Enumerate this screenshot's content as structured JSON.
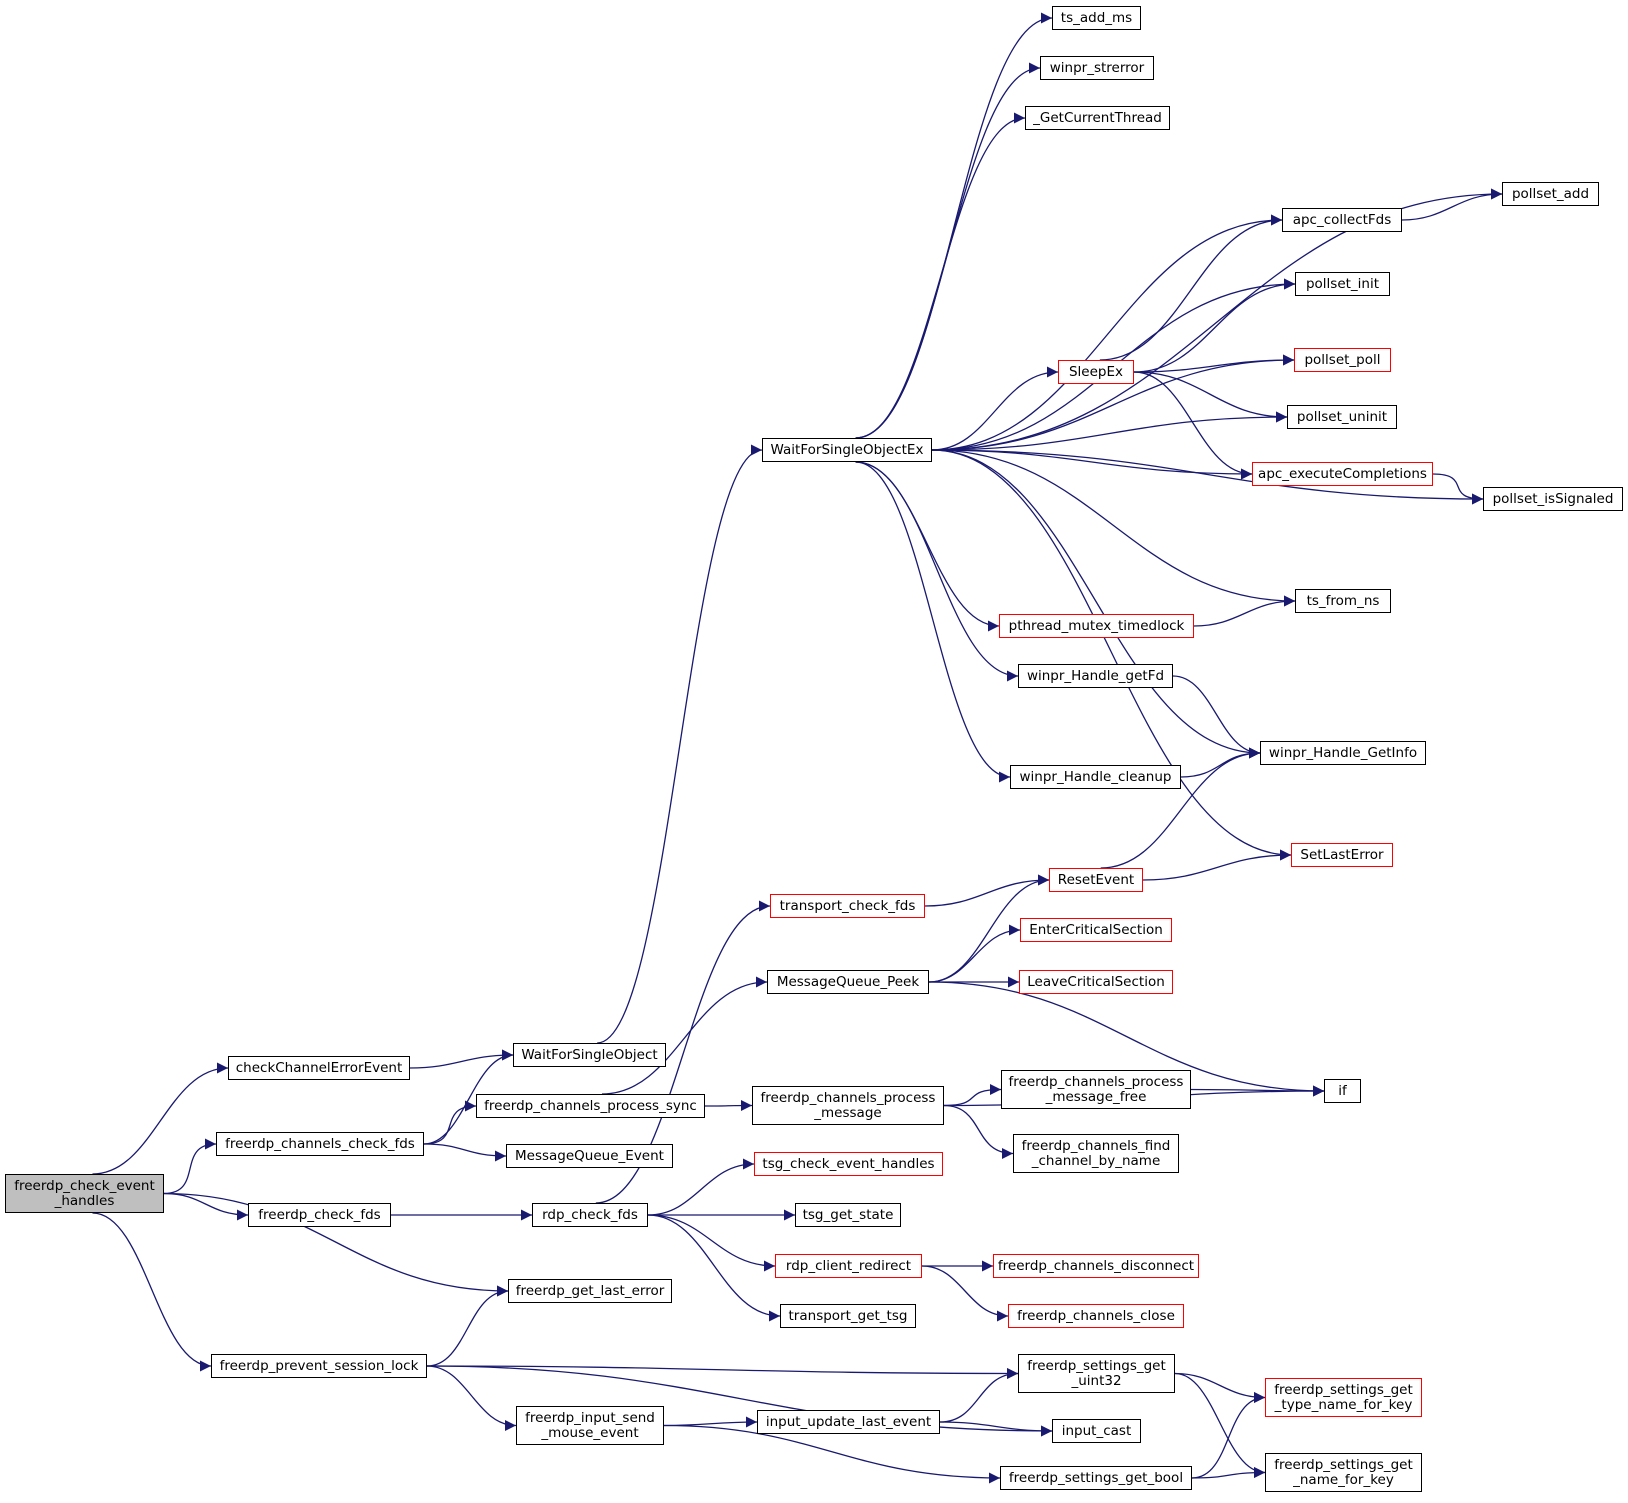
{
  "graph": {
    "edge_color": "#191970",
    "node_border": "#000000",
    "incomplete_node_border": "#ff0000",
    "root_fill": "#bfbfbf",
    "nodes": [
      {
        "id": "root",
        "label": "freerdp_check_event",
        "label2": "_handles"
      },
      {
        "id": "checkChannelErrorEvent",
        "label": "checkChannelErrorEvent"
      },
      {
        "id": "freerdp_channels_check_fds",
        "label": "freerdp_channels_check_fds"
      },
      {
        "id": "freerdp_check_fds",
        "label": "freerdp_check_fds"
      },
      {
        "id": "freerdp_prevent_session_lock",
        "label": "freerdp_prevent_session_lock"
      },
      {
        "id": "WaitForSingleObject",
        "label": "WaitForSingleObject"
      },
      {
        "id": "freerdp_channels_process_sync",
        "label": "freerdp_channels_process_sync"
      },
      {
        "id": "MessageQueue_Event",
        "label": "MessageQueue_Event"
      },
      {
        "id": "rdp_check_fds",
        "label": "rdp_check_fds"
      },
      {
        "id": "freerdp_get_last_error",
        "label": "freerdp_get_last_error"
      },
      {
        "id": "freerdp_input_send_mouse_event",
        "label": "freerdp_input_send",
        "label2": "_mouse_event"
      },
      {
        "id": "WaitForSingleObjectEx",
        "label": "WaitForSingleObjectEx"
      },
      {
        "id": "transport_check_fds",
        "label": "transport_check_fds",
        "incomplete": true
      },
      {
        "id": "MessageQueue_Peek",
        "label": "MessageQueue_Peek"
      },
      {
        "id": "freerdp_channels_process_message",
        "label": "freerdp_channels_process",
        "label2": "_message"
      },
      {
        "id": "tsg_check_event_handles",
        "label": "tsg_check_event_handles",
        "incomplete": true
      },
      {
        "id": "tsg_get_state",
        "label": "tsg_get_state"
      },
      {
        "id": "rdp_client_redirect",
        "label": "rdp_client_redirect",
        "incomplete": true
      },
      {
        "id": "transport_get_tsg",
        "label": "transport_get_tsg"
      },
      {
        "id": "input_update_last_event",
        "label": "input_update_last_event"
      },
      {
        "id": "ts_add_ms",
        "label": "ts_add_ms"
      },
      {
        "id": "winpr_strerror",
        "label": "winpr_strerror"
      },
      {
        "id": "_GetCurrentThread",
        "label": "_GetCurrentThread"
      },
      {
        "id": "SleepEx",
        "label": "SleepEx",
        "incomplete": true
      },
      {
        "id": "pthread_mutex_timedlock",
        "label": "pthread_mutex_timedlock",
        "incomplete": true
      },
      {
        "id": "winpr_Handle_getFd",
        "label": "winpr_Handle_getFd"
      },
      {
        "id": "winpr_Handle_cleanup",
        "label": "winpr_Handle_cleanup"
      },
      {
        "id": "ResetEvent",
        "label": "ResetEvent",
        "incomplete": true
      },
      {
        "id": "EnterCriticalSection",
        "label": "EnterCriticalSection",
        "incomplete": true
      },
      {
        "id": "LeaveCriticalSection",
        "label": "LeaveCriticalSection",
        "incomplete": true
      },
      {
        "id": "freerdp_channels_process_message_free",
        "label": "freerdp_channels_process",
        "label2": "_message_free"
      },
      {
        "id": "freerdp_channels_find_channel_by_name",
        "label": "freerdp_channels_find",
        "label2": "_channel_by_name"
      },
      {
        "id": "freerdp_channels_disconnect",
        "label": "freerdp_channels_disconnect",
        "incomplete": true
      },
      {
        "id": "freerdp_channels_close",
        "label": "freerdp_channels_close",
        "incomplete": true
      },
      {
        "id": "freerdp_settings_get_uint32",
        "label": "freerdp_settings_get",
        "label2": "_uint32"
      },
      {
        "id": "input_cast",
        "label": "input_cast"
      },
      {
        "id": "freerdp_settings_get_bool",
        "label": "freerdp_settings_get_bool"
      },
      {
        "id": "apc_collectFds",
        "label": "apc_collectFds"
      },
      {
        "id": "pollset_init",
        "label": "pollset_init"
      },
      {
        "id": "pollset_poll",
        "label": "pollset_poll",
        "incomplete": true
      },
      {
        "id": "pollset_uninit",
        "label": "pollset_uninit"
      },
      {
        "id": "apc_executeCompletions",
        "label": "apc_executeCompletions",
        "incomplete": true
      },
      {
        "id": "ts_from_ns",
        "label": "ts_from_ns"
      },
      {
        "id": "winpr_Handle_GetInfo",
        "label": "winpr_Handle_GetInfo"
      },
      {
        "id": "SetLastError",
        "label": "SetLastError",
        "incomplete": true
      },
      {
        "id": "if",
        "label": "if"
      },
      {
        "id": "freerdp_settings_get_type_name_for_key",
        "label": "freerdp_settings_get",
        "label2": "_type_name_for_key",
        "incomplete": true
      },
      {
        "id": "freerdp_settings_get_name_for_key",
        "label": "freerdp_settings_get",
        "label2": "_name_for_key"
      },
      {
        "id": "pollset_add",
        "label": "pollset_add"
      },
      {
        "id": "pollset_isSignaled",
        "label": "pollset_isSignaled"
      }
    ],
    "edges": [
      [
        "root",
        "checkChannelErrorEvent"
      ],
      [
        "root",
        "freerdp_channels_check_fds"
      ],
      [
        "root",
        "freerdp_check_fds"
      ],
      [
        "root",
        "freerdp_get_last_error"
      ],
      [
        "root",
        "freerdp_prevent_session_lock"
      ],
      [
        "checkChannelErrorEvent",
        "WaitForSingleObject"
      ],
      [
        "freerdp_channels_check_fds",
        "WaitForSingleObject"
      ],
      [
        "freerdp_channels_check_fds",
        "freerdp_channels_process_sync"
      ],
      [
        "freerdp_channels_check_fds",
        "MessageQueue_Event"
      ],
      [
        "freerdp_check_fds",
        "rdp_check_fds"
      ],
      [
        "freerdp_prevent_session_lock",
        "freerdp_get_last_error"
      ],
      [
        "freerdp_prevent_session_lock",
        "freerdp_settings_get_uint32"
      ],
      [
        "freerdp_prevent_session_lock",
        "freerdp_input_send_mouse_event"
      ],
      [
        "freerdp_prevent_session_lock",
        "input_cast"
      ],
      [
        "WaitForSingleObject",
        "WaitForSingleObjectEx"
      ],
      [
        "freerdp_channels_process_sync",
        "MessageQueue_Peek"
      ],
      [
        "freerdp_channels_process_sync",
        "freerdp_channels_process_message"
      ],
      [
        "rdp_check_fds",
        "transport_check_fds"
      ],
      [
        "rdp_check_fds",
        "tsg_check_event_handles"
      ],
      [
        "rdp_check_fds",
        "tsg_get_state"
      ],
      [
        "rdp_check_fds",
        "rdp_client_redirect"
      ],
      [
        "rdp_check_fds",
        "transport_get_tsg"
      ],
      [
        "freerdp_input_send_mouse_event",
        "input_update_last_event"
      ],
      [
        "freerdp_input_send_mouse_event",
        "freerdp_settings_get_bool"
      ],
      [
        "WaitForSingleObjectEx",
        "ts_add_ms"
      ],
      [
        "WaitForSingleObjectEx",
        "winpr_strerror"
      ],
      [
        "WaitForSingleObjectEx",
        "_GetCurrentThread"
      ],
      [
        "WaitForSingleObjectEx",
        "pollset_add"
      ],
      [
        "WaitForSingleObjectEx",
        "apc_collectFds"
      ],
      [
        "WaitForSingleObjectEx",
        "pollset_init"
      ],
      [
        "WaitForSingleObjectEx",
        "pollset_poll"
      ],
      [
        "WaitForSingleObjectEx",
        "SleepEx"
      ],
      [
        "WaitForSingleObjectEx",
        "pollset_uninit"
      ],
      [
        "WaitForSingleObjectEx",
        "apc_executeCompletions"
      ],
      [
        "WaitForSingleObjectEx",
        "pollset_isSignaled"
      ],
      [
        "WaitForSingleObjectEx",
        "ts_from_ns"
      ],
      [
        "WaitForSingleObjectEx",
        "pthread_mutex_timedlock"
      ],
      [
        "WaitForSingleObjectEx",
        "winpr_Handle_getFd"
      ],
      [
        "WaitForSingleObjectEx",
        "winpr_Handle_GetInfo"
      ],
      [
        "WaitForSingleObjectEx",
        "winpr_Handle_cleanup"
      ],
      [
        "WaitForSingleObjectEx",
        "SetLastError"
      ],
      [
        "SleepEx",
        "apc_collectFds"
      ],
      [
        "SleepEx",
        "pollset_init"
      ],
      [
        "SleepEx",
        "pollset_poll"
      ],
      [
        "SleepEx",
        "pollset_uninit"
      ],
      [
        "SleepEx",
        "apc_executeCompletions"
      ],
      [
        "apc_collectFds",
        "pollset_add"
      ],
      [
        "apc_executeCompletions",
        "pollset_isSignaled"
      ],
      [
        "pthread_mutex_timedlock",
        "ts_from_ns"
      ],
      [
        "winpr_Handle_getFd",
        "winpr_Handle_GetInfo"
      ],
      [
        "winpr_Handle_cleanup",
        "winpr_Handle_GetInfo"
      ],
      [
        "ResetEvent",
        "winpr_Handle_GetInfo"
      ],
      [
        "ResetEvent",
        "SetLastError"
      ],
      [
        "transport_check_fds",
        "ResetEvent"
      ],
      [
        "MessageQueue_Peek",
        "ResetEvent"
      ],
      [
        "MessageQueue_Peek",
        "EnterCriticalSection"
      ],
      [
        "MessageQueue_Peek",
        "LeaveCriticalSection"
      ],
      [
        "MessageQueue_Peek",
        "if"
      ],
      [
        "freerdp_channels_process_message",
        "freerdp_channels_process_message_free"
      ],
      [
        "freerdp_channels_process_message",
        "freerdp_channels_find_channel_by_name"
      ],
      [
        "freerdp_channels_process_message",
        "if"
      ],
      [
        "freerdp_channels_process_message_free",
        "if"
      ],
      [
        "rdp_client_redirect",
        "freerdp_channels_disconnect"
      ],
      [
        "rdp_client_redirect",
        "freerdp_channels_close"
      ],
      [
        "input_update_last_event",
        "freerdp_settings_get_uint32"
      ],
      [
        "input_update_last_event",
        "input_cast"
      ],
      [
        "freerdp_settings_get_uint32",
        "freerdp_settings_get_type_name_for_key"
      ],
      [
        "freerdp_settings_get_uint32",
        "freerdp_settings_get_name_for_key"
      ],
      [
        "freerdp_settings_get_bool",
        "freerdp_settings_get_type_name_for_key"
      ],
      [
        "freerdp_settings_get_bool",
        "freerdp_settings_get_name_for_key"
      ]
    ]
  }
}
